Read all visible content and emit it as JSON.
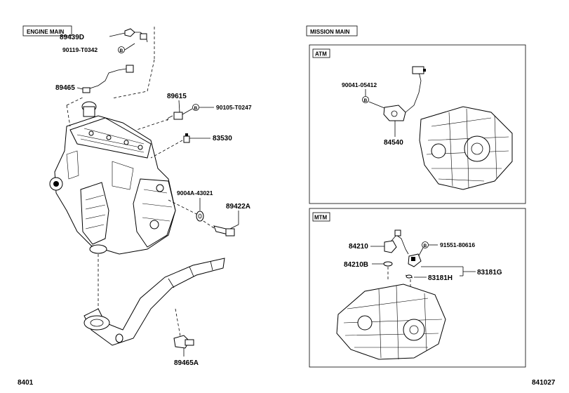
{
  "sections": {
    "engine_main": "ENGINE MAIN",
    "mission_main": "MISSION MAIN",
    "atm": "ATM",
    "mtm": "MTM"
  },
  "callout_symbol": "B",
  "parts": {
    "p89439D": "89439D",
    "p90119": "90119-T0342",
    "p89465": "89465",
    "p89615": "89615",
    "p90105": "90105-T0247",
    "p83530": "83530",
    "p9004A": "9004A-43021",
    "p89422A": "89422A",
    "p89465A": "89465A",
    "p90041": "90041-05412",
    "p84540": "84540",
    "p84210": "84210",
    "p84210B": "84210B",
    "p91551": "91551-80616",
    "p83181G": "83181G",
    "p83181H": "83181H"
  },
  "footer": {
    "left_code": "8401",
    "right_code": "841027"
  }
}
